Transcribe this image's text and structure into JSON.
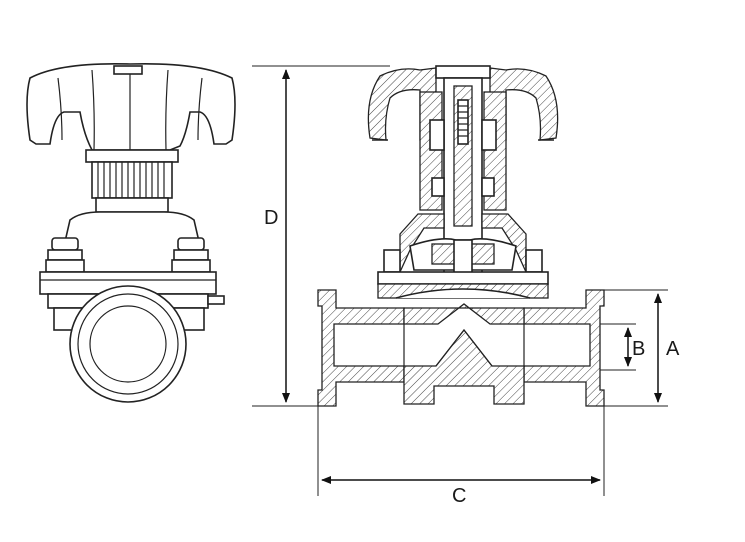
{
  "diagram": {
    "dimension_labels": {
      "A": "A",
      "B": "B",
      "C": "C",
      "D": "D"
    },
    "colors": {
      "line": "#222222",
      "background": "#ffffff"
    }
  }
}
